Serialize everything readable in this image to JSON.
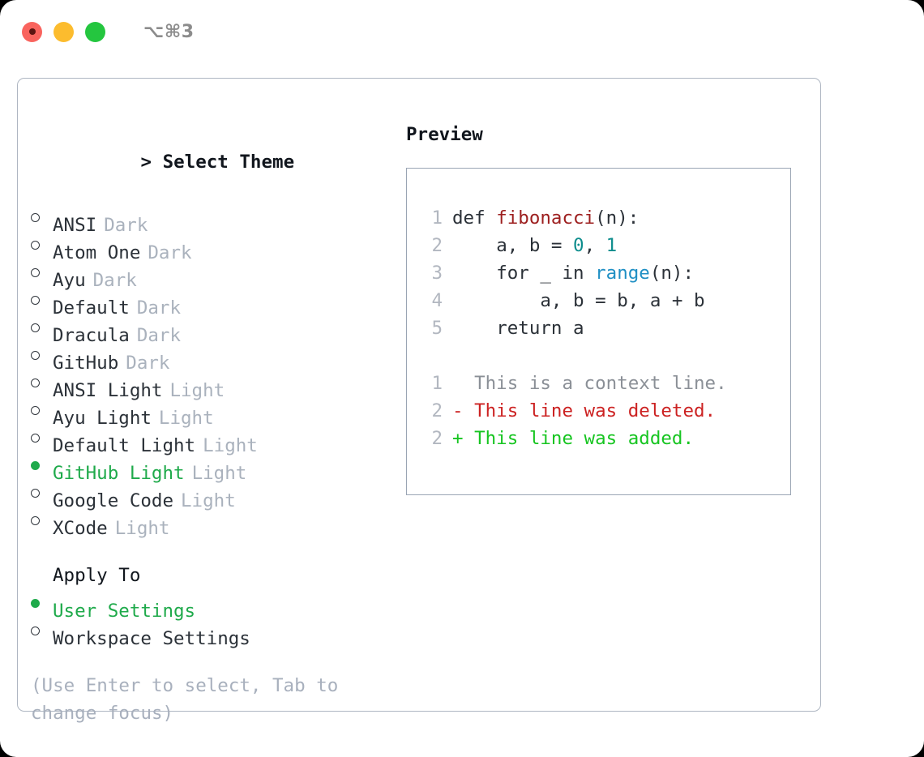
{
  "titlebar": {
    "shortcut": "⌥⌘3",
    "lights": [
      "close",
      "minimize",
      "zoom"
    ]
  },
  "theme_picker": {
    "caret": ">",
    "title": "Select Theme",
    "options": [
      {
        "name": "ANSI",
        "variant": "Dark",
        "selected": false
      },
      {
        "name": "Atom One",
        "variant": "Dark",
        "selected": false
      },
      {
        "name": "Ayu",
        "variant": "Dark",
        "selected": false
      },
      {
        "name": "Default",
        "variant": "Dark",
        "selected": false
      },
      {
        "name": "Dracula",
        "variant": "Dark",
        "selected": false
      },
      {
        "name": "GitHub",
        "variant": "Dark",
        "selected": false
      },
      {
        "name": "ANSI Light",
        "variant": "Light",
        "selected": false
      },
      {
        "name": "Ayu Light",
        "variant": "Light",
        "selected": false
      },
      {
        "name": "Default Light",
        "variant": "Light",
        "selected": false
      },
      {
        "name": "GitHub Light",
        "variant": "Light",
        "selected": true
      },
      {
        "name": "Google Code",
        "variant": "Light",
        "selected": false
      },
      {
        "name": "XCode",
        "variant": "Light",
        "selected": false
      }
    ]
  },
  "apply_to": {
    "title": "Apply To",
    "options": [
      {
        "name": "User Settings",
        "selected": true
      },
      {
        "name": "Workspace Settings",
        "selected": false
      }
    ]
  },
  "hint": "(Use Enter to select, Tab to change focus)",
  "preview": {
    "label": "Preview",
    "code_lines": [
      {
        "lineno": "1",
        "indent": "",
        "parts": [
          {
            "text": "def ",
            "type": "plain"
          },
          {
            "text": "fibonacci",
            "type": "func"
          },
          {
            "text": "(n):",
            "type": "plain"
          }
        ]
      },
      {
        "lineno": "2",
        "indent": "    ",
        "parts": [
          {
            "text": "a, b = ",
            "type": "plain"
          },
          {
            "text": "0",
            "type": "num"
          },
          {
            "text": ", ",
            "type": "plain"
          },
          {
            "text": "1",
            "type": "num"
          }
        ]
      },
      {
        "lineno": "3",
        "indent": "    ",
        "parts": [
          {
            "text": "for _ in ",
            "type": "plain"
          },
          {
            "text": "range",
            "type": "call"
          },
          {
            "text": "(n):",
            "type": "plain"
          }
        ]
      },
      {
        "lineno": "4",
        "indent": "        ",
        "parts": [
          {
            "text": "a, b = b, a + b",
            "type": "plain"
          }
        ]
      },
      {
        "lineno": "5",
        "indent": "    ",
        "parts": [
          {
            "text": "return a",
            "type": "plain"
          }
        ]
      }
    ],
    "diff_lines": [
      {
        "lineno": "1",
        "marker": " ",
        "text": " This is a context line.",
        "kind": "context"
      },
      {
        "lineno": "2",
        "marker": "-",
        "text": " This line was deleted.",
        "kind": "deleted"
      },
      {
        "lineno": "2",
        "marker": "+",
        "text": " This line was added.",
        "kind": "added"
      }
    ]
  },
  "colors": {
    "accent_green": "#1faa4b",
    "diff_add": "#17c521",
    "diff_del": "#cc2222",
    "muted": "#aab2bd",
    "border": "#aeb6c2",
    "preview_border": "#9aa5b4",
    "func": "#9d1f1f",
    "num": "#0e8d8d",
    "call": "#1f8fc4"
  }
}
